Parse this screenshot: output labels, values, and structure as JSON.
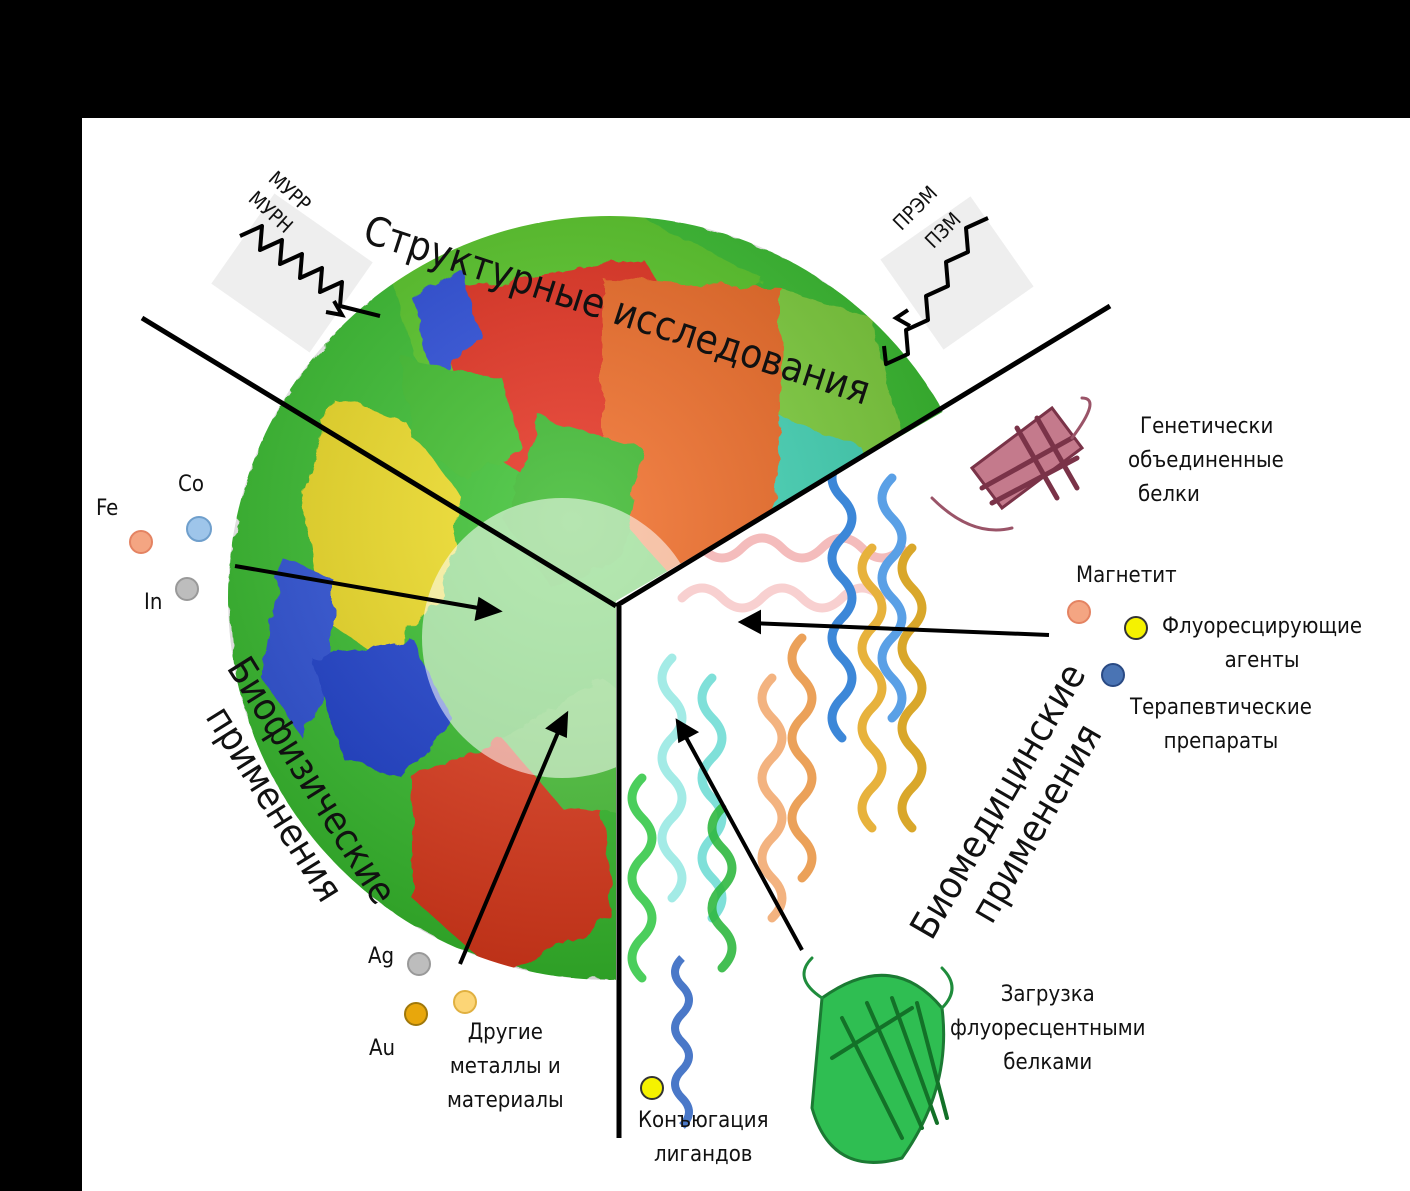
{
  "sections": {
    "structural": "Структурные исследования",
    "biophysical": [
      "Биофизические",
      "применения"
    ],
    "biomedical": [
      "Биомедицинские",
      "применения"
    ]
  },
  "methods_left": [
    "МУРР",
    "МУРН"
  ],
  "methods_right": [
    "ПРЭМ",
    "ПЗМ"
  ],
  "elements": {
    "fe": "Fe",
    "co": "Co",
    "in": "In",
    "ag": "Ag",
    "au": "Au"
  },
  "labels": {
    "other_metals": [
      "Другие",
      "металлы и",
      "материалы"
    ],
    "conjugation": [
      "Конъюгация",
      "лигандов"
    ],
    "fluorescent_loading": [
      "Загрузка",
      "флуоресцентными",
      "белками"
    ],
    "genetic_fusion": [
      "Генетически",
      "объединенные",
      "белки"
    ],
    "magnetite": "Магнетит",
    "fluorescent_agents": [
      "Флуоресцирующие",
      "агенты"
    ],
    "therapeutics": [
      "Терапевтические",
      "препараты"
    ]
  },
  "colors": {
    "fe": "#f4a582",
    "co": "#9ec5ea",
    "in": "#bdbdbd",
    "ag": "#bdbdbd",
    "au": "#e8a70c",
    "other": "#fcd576",
    "magnetite": "#f4a582",
    "fluor": "#f5f200",
    "therapeutic": "#4a74b4",
    "ligand": "#f5f200"
  }
}
